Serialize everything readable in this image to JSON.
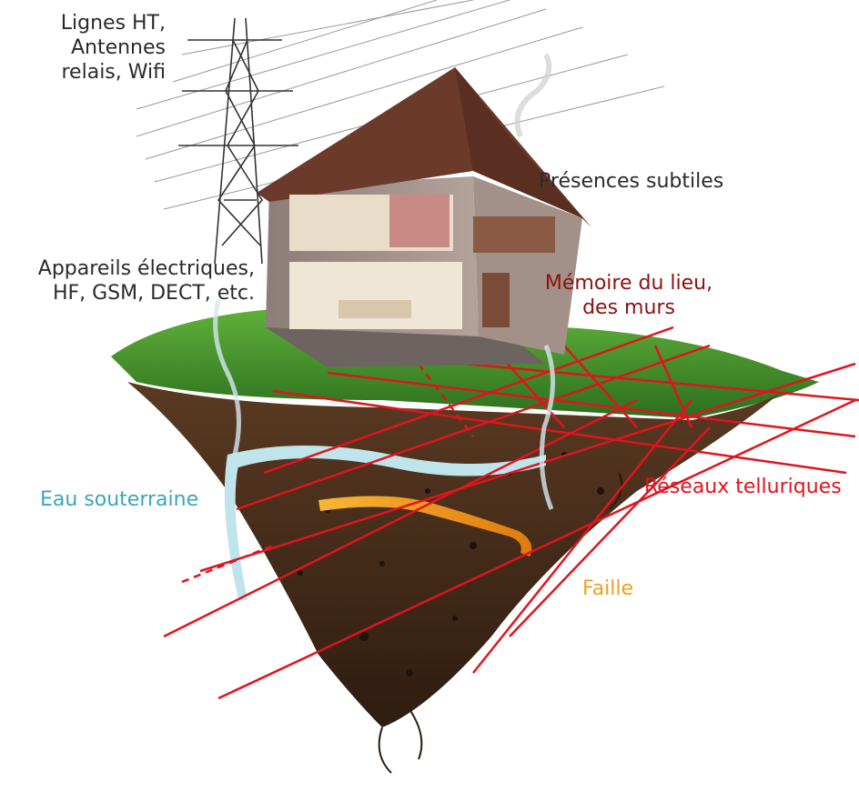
{
  "labels": {
    "hv_line1": "Lignes HT,",
    "hv_line2": "Antennes",
    "hv_line3": "relais, Wifi",
    "appliances_line1": "Appareils électriques,",
    "appliances_line2": "HF, GSM, DECT, etc.",
    "subtle_presences": "Présences subtiles",
    "memory_line1": "Mémoire du lieu,",
    "memory_line2": "des murs",
    "underground_water": "Eau souterraine",
    "telluric_networks": "Réseaux telluriques",
    "fault": "Faille"
  },
  "colors": {
    "dark_text": "#2b2b2b",
    "memory_text": "#8b1111",
    "telluric_red": "#e0141e",
    "water_blue": "#3aa6b9",
    "fault_orange": "#f0a01e",
    "grass": "#3f8f2a",
    "soil": "#4a2f1c",
    "roof": "#6b3a2a",
    "walls": "#9a8a84"
  }
}
